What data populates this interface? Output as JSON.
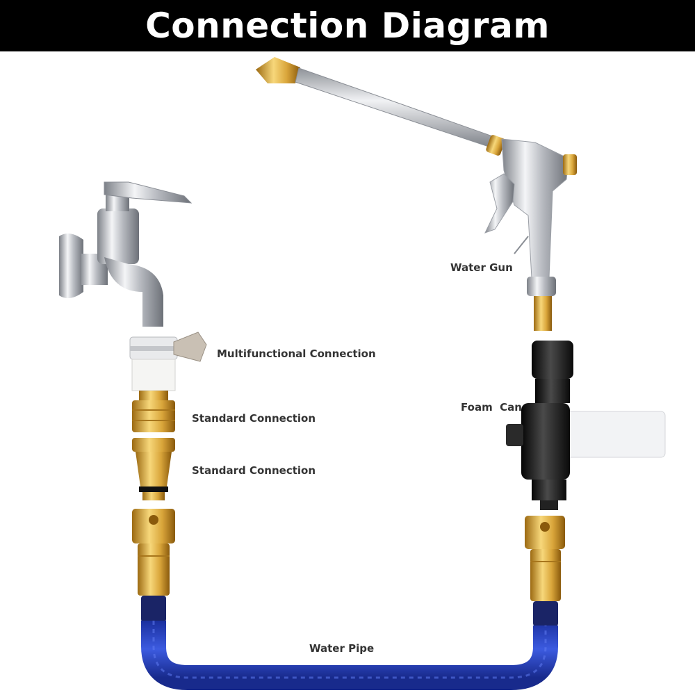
{
  "title": "Connection Diagram",
  "labels": {
    "water_gun": "Water Gun",
    "multifunctional": "Multifunctional Connection",
    "standard_1": "Standard Connection",
    "standard_2": "Standard Connection",
    "foam_can": "Foam  Can",
    "water_pipe": "Water Pipe"
  },
  "colors": {
    "brass": "#d9a53a",
    "hose": "#2a45c8",
    "chrome": "#c9ccd1",
    "black_plastic": "#1c1c1c",
    "title_bg": "#000000"
  }
}
